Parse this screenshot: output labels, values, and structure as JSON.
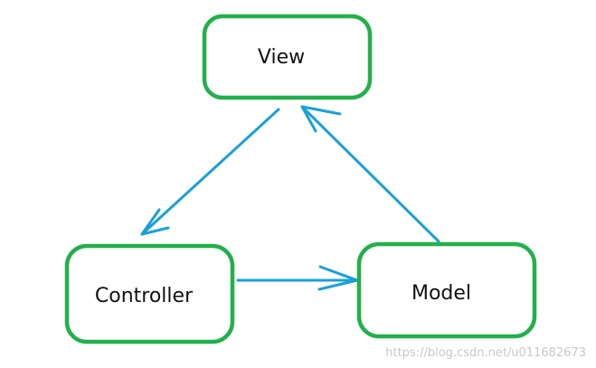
{
  "colors": {
    "box_border": "#22b04a",
    "arrow": "#1aa0d8",
    "watermark_text": "#c8c8c8"
  },
  "nodes": {
    "view": {
      "label": "View"
    },
    "controller": {
      "label": "Controller"
    },
    "model": {
      "label": "Model"
    }
  },
  "edges": [
    {
      "from": "view",
      "to": "controller"
    },
    {
      "from": "controller",
      "to": "model"
    },
    {
      "from": "model",
      "to": "view"
    }
  ],
  "watermark": {
    "text": "https://blog.csdn.net/u011682673"
  }
}
